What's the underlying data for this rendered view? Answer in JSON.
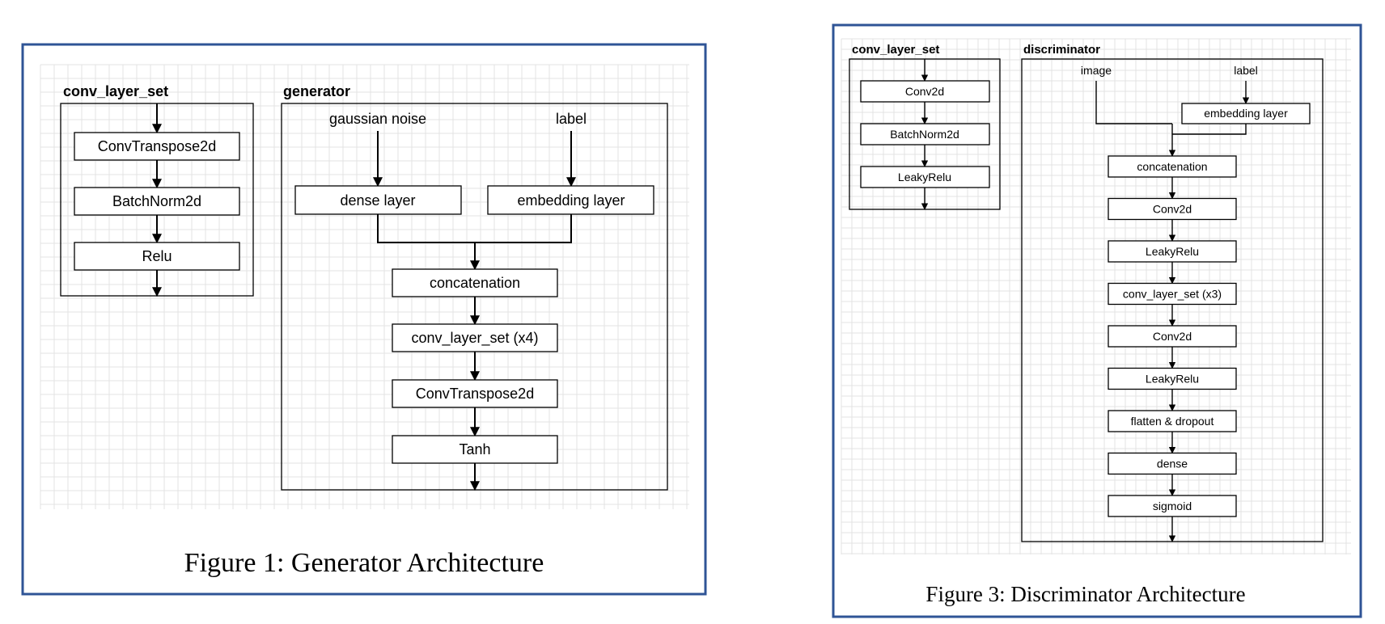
{
  "figure1": {
    "caption": "Figure 1: Generator Architecture",
    "conv_layer_set": {
      "title": "conv_layer_set",
      "layers": [
        "ConvTranspose2d",
        "BatchNorm2d",
        "Relu"
      ]
    },
    "generator": {
      "title": "generator",
      "input_noise": "gaussian noise",
      "input_label": "label",
      "dense_layer": "dense layer",
      "embedding_layer": "embedding layer",
      "pipeline": [
        "concatenation",
        "conv_layer_set (x4)",
        "ConvTranspose2d",
        "Tanh"
      ]
    }
  },
  "figure3": {
    "caption": "Figure 3: Discriminator Architecture",
    "conv_layer_set": {
      "title": "conv_layer_set",
      "layers": [
        "Conv2d",
        "BatchNorm2d",
        "LeakyRelu"
      ]
    },
    "discriminator": {
      "title": "discriminator",
      "input_image": "image",
      "input_label": "label",
      "embedding_layer": "embedding layer",
      "pipeline": [
        "concatenation",
        "Conv2d",
        "LeakyRelu",
        "conv_layer_set (x3)",
        "Conv2d",
        "LeakyRelu",
        "flatten & dropout",
        "dense",
        "sigmoid"
      ]
    }
  }
}
